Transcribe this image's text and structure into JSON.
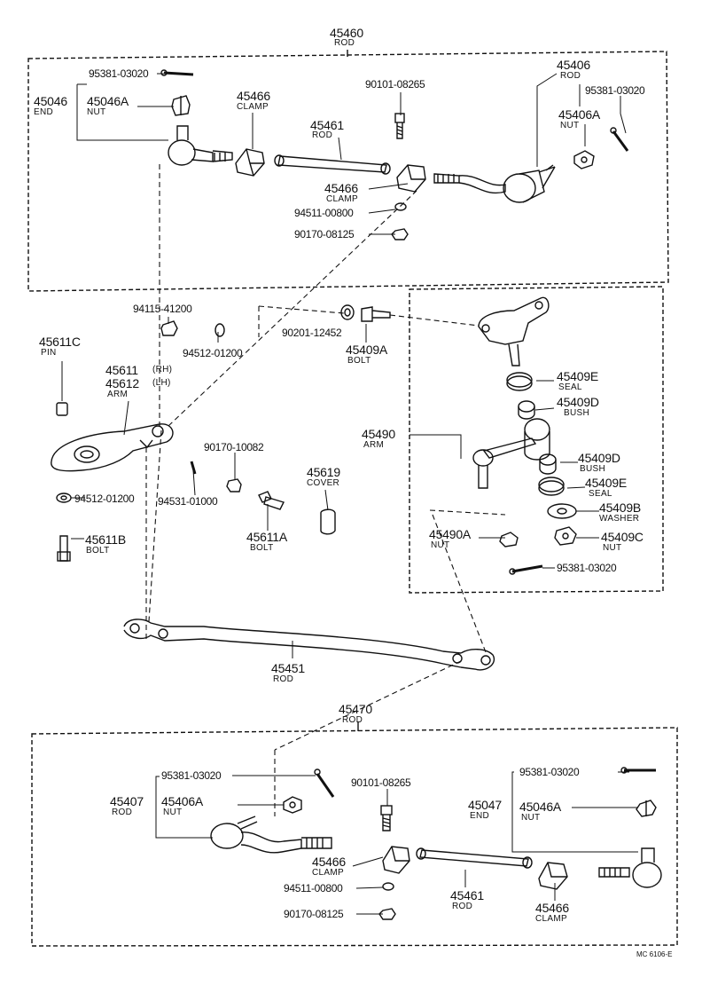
{
  "rod_assembly_top": {
    "number": "45460",
    "name": "ROD"
  },
  "rod_assembly_bottom": {
    "number": "45470",
    "name": "ROD"
  },
  "drawing_ref": "MC 6106-E",
  "parts": {
    "p_95381_top_left": "95381-03020",
    "p_45046": "45046",
    "p_45046_name": "END",
    "p_45046A": "45046A",
    "p_45046A_name": "NUT",
    "p_45466_top1": "45466",
    "p_45466_top1_name": "CLAMP",
    "p_90101_top": "90101-08265",
    "p_45461_top": "45461",
    "p_45461_top_name": "ROD",
    "p_45406": "45406",
    "p_45406_name": "ROD",
    "p_95381_top_right": "95381-03020",
    "p_45406A": "45406A",
    "p_45406A_name": "NUT",
    "p_45466_top2": "45466",
    "p_45466_top2_name": "CLAMP",
    "p_94511_top": "94511-00800",
    "p_90170_08125_top": "90170-08125",
    "p_94115": "94115-41200",
    "p_90201": "90201-12452",
    "p_45409A": "45409A",
    "p_45409A_name": "BOLT",
    "p_94512_mid": "94512-01200",
    "p_45611C": "45611C",
    "p_45611C_name": "PIN",
    "p_45611": "45611",
    "p_45611_rh": "(RH)",
    "p_45612": "45612",
    "p_45612_lh": "(LH)",
    "p_45611_name": "ARM",
    "p_45409E_1": "45409E",
    "p_45409E_1_name": "SEAL",
    "p_45409D_1": "45409D",
    "p_45409D_1_name": "BUSH",
    "p_45490": "45490",
    "p_45490_name": "ARM",
    "p_45409D_2": "45409D",
    "p_45409D_2_name": "BUSH",
    "p_45409E_2": "45409E",
    "p_45409E_2_name": "SEAL",
    "p_45409B": "45409B",
    "p_45409B_name": "WASHER",
    "p_45409C": "45409C",
    "p_45409C_name": "NUT",
    "p_45490A": "45490A",
    "p_45490A_name": "NUT",
    "p_95381_mid": "95381-03020",
    "p_90170_10082": "90170-10082",
    "p_45619": "45619",
    "p_45619_name": "COVER",
    "p_94512_left": "94512-01200",
    "p_94531": "94531-01000",
    "p_45611B": "45611B",
    "p_45611B_name": "BOLT",
    "p_45611A": "45611A",
    "p_45611A_name": "BOLT",
    "p_45451": "45451",
    "p_45451_name": "ROD",
    "p_95381_bot_left": "95381-03020",
    "p_45407": "45407",
    "p_45407_name": "ROD",
    "p_45406A_bot": "45406A",
    "p_45406A_bot_name": "NUT",
    "p_90101_bot": "90101-08265",
    "p_95381_bot_right": "95381-03020",
    "p_45047": "45047",
    "p_45047_name": "END",
    "p_45046A_bot": "45046A",
    "p_45046A_bot_name": "NUT",
    "p_45466_bot1": "45466",
    "p_45466_bot1_name": "CLAMP",
    "p_94511_bot": "94511-00800",
    "p_90170_08125_bot": "90170-08125",
    "p_45461_bot": "45461",
    "p_45461_bot_name": "ROD",
    "p_45466_bot2": "45466",
    "p_45466_bot2_name": "CLAMP"
  }
}
